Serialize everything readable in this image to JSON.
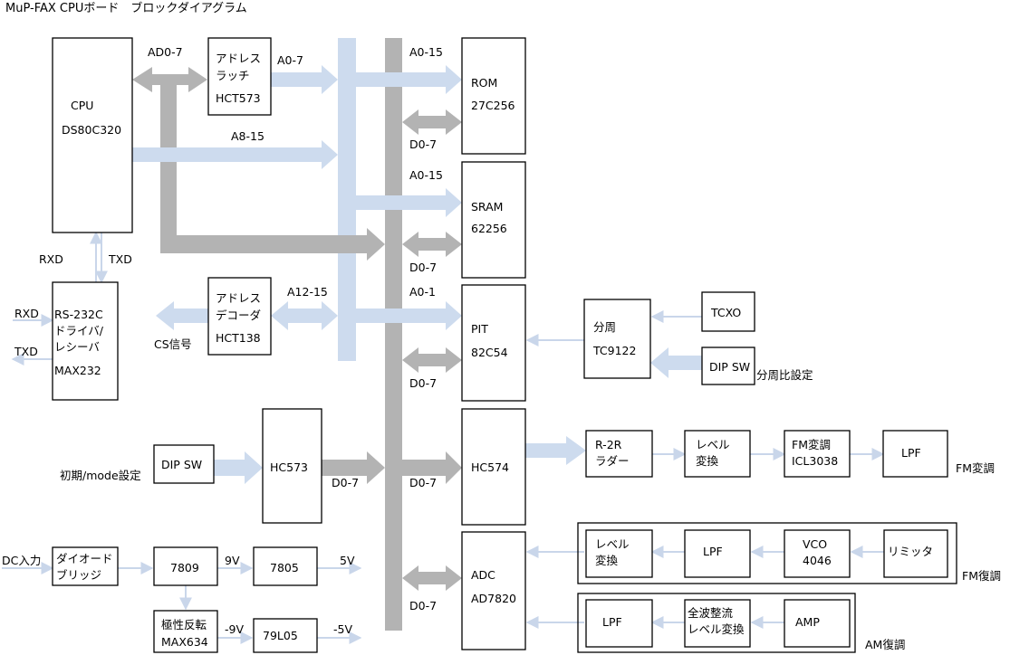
{
  "title": "MuP-FAX CPUボード　ブロックダイアグラム",
  "colors": {
    "bus_gray": "#b3b3b3",
    "bus_blue": "#cddbee",
    "wire": "#c9d6ea",
    "box_stroke": "#000000"
  },
  "blocks": {
    "cpu": [
      "CPU",
      "DS80C320"
    ],
    "latch": [
      "アドレス",
      "ラッチ",
      "HCT573"
    ],
    "rom": [
      "ROM",
      "27C256"
    ],
    "sram": [
      "SRAM",
      "62256"
    ],
    "decoder": [
      "アドレス",
      "デコーダ",
      "HCT138"
    ],
    "pit": [
      "PIT",
      "82C54"
    ],
    "rs232": [
      "RS-232C",
      "ドライバ/",
      "レシーバ",
      "MAX232"
    ],
    "divider": [
      "分周",
      "TC9122"
    ],
    "tcxo": [
      "TCXO"
    ],
    "dipsw_div": [
      "DIP SW"
    ],
    "dipsw_mode": [
      "DIP SW"
    ],
    "hc573": [
      "HC573"
    ],
    "hc574": [
      "HC574"
    ],
    "r2r": [
      "R-2R",
      "ラダー"
    ],
    "level_fm": [
      "レベル",
      "変換"
    ],
    "fm_mod": [
      "FM変調",
      "ICL3038"
    ],
    "lpf_fm": [
      "LPF"
    ],
    "adc": [
      "ADC",
      "AD7820"
    ],
    "level_dem": [
      "レベル",
      "変換"
    ],
    "lpf_dem": [
      "LPF"
    ],
    "vco": [
      "VCO",
      "4046"
    ],
    "limiter": [
      "リミッタ"
    ],
    "lpf_am": [
      "LPF"
    ],
    "rectifier": [
      "全波整流",
      "レベル変換"
    ],
    "amp": [
      "AMP"
    ],
    "bridge": [
      "ダイオード",
      "ブリッジ"
    ],
    "reg7809": [
      "7809"
    ],
    "reg7805": [
      "7805"
    ],
    "inverter": [
      "極性反転",
      "MAX634"
    ],
    "reg79l05": [
      "79L05"
    ]
  },
  "labels": {
    "ad07": "AD0-7",
    "a07": "A0-7",
    "a015_rom": "A0-15",
    "d07_rom": "D0-7",
    "a815": "A8-15",
    "a015_sram": "A0-15",
    "d07_sram": "D0-7",
    "a1215": "A12-15",
    "a01": "A0-1",
    "d07_pit": "D0-7",
    "cs": "CS信号",
    "rxd_cpu": "RXD",
    "txd_cpu": "TXD",
    "rxd_ext": "RXD",
    "txd_ext": "TXD",
    "div_set": "分周比設定",
    "mode_set": "初期/mode設定",
    "d07_hc573": "D0-7",
    "d07_hc574": "D0-7",
    "d07_adc": "D0-7",
    "fm_mod_out": "FM変調",
    "fm_dem_group": "FM復調",
    "am_dem_group": "AM復調",
    "dc_in": "DC入力",
    "v9": "9V",
    "v5": "5V",
    "vm9": "-9V",
    "vm5": "-5V"
  }
}
